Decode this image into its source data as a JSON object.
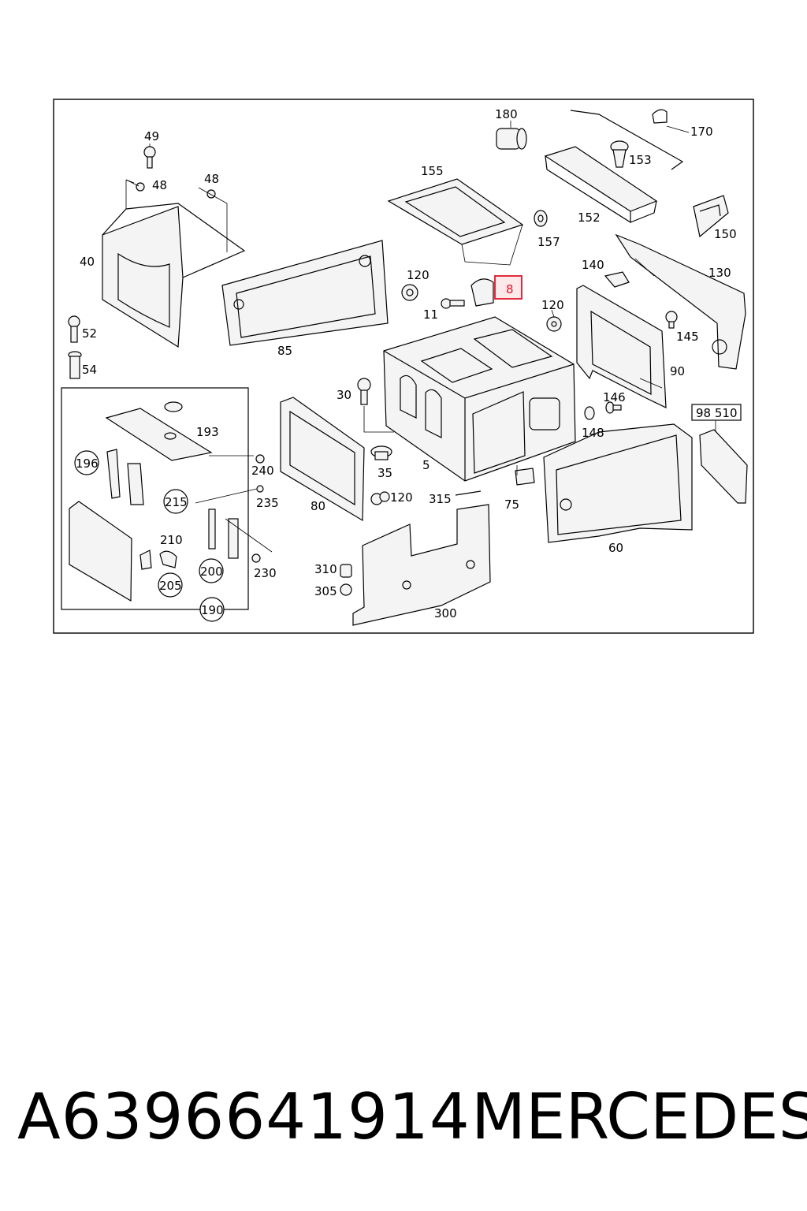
{
  "diagram": {
    "labels": {
      "l49": "49",
      "l48a": "48",
      "l48b": "48",
      "l40": "40",
      "l52": "52",
      "l54": "54",
      "l85": "85",
      "l155": "155",
      "l180": "180",
      "l170": "170",
      "l153": "153",
      "l152": "152",
      "l157": "157",
      "l150": "150",
      "l140": "140",
      "l130": "130",
      "l120a": "120",
      "l11": "11",
      "l8": "8",
      "l120b": "120",
      "l145": "145",
      "l90": "90",
      "l146": "146",
      "l148": "148",
      "l98510": "98 510",
      "l30": "30",
      "l193": "193",
      "l196": "196",
      "l240": "240",
      "l215": "215",
      "l235": "235",
      "l210": "210",
      "l200": "200",
      "l205": "205",
      "l230": "230",
      "l190": "190",
      "l80": "80",
      "l35": "35",
      "l5": "5",
      "l120c": "120",
      "l315": "315",
      "l75": "75",
      "l60": "60",
      "l310": "310",
      "l305": "305",
      "l300": "300"
    },
    "highlight_color": "#e0142a"
  },
  "caption": {
    "part_number": "A6396641914",
    "brand": "MERCEDES"
  }
}
